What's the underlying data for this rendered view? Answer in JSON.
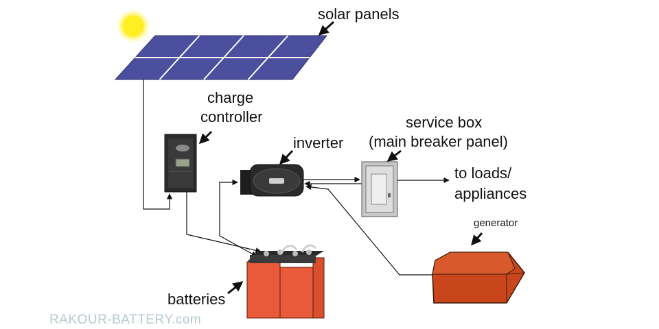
{
  "labels": {
    "solar_panels": "solar panels",
    "charge_controller_1": "charge",
    "charge_controller_2": "controller",
    "inverter": "inverter",
    "service_box_1": "service box",
    "service_box_2": "(main breaker panel)",
    "loads_1": "to loads/",
    "loads_2": "appliances",
    "generator": "generator",
    "batteries": "batteries"
  },
  "watermark": "RAKOUR-BATTERY.com",
  "colors": {
    "sun": "#ffee33",
    "panel": "#4b4f9e",
    "battery": "#e85a3a",
    "generator": "#c9461c",
    "watermark": "#b4c9ce"
  },
  "icons": {
    "sun": "sun-icon",
    "solar_panels": "solar-panel-icon",
    "charge_controller": "charge-controller-icon",
    "inverter": "inverter-icon",
    "service_box": "breaker-panel-icon",
    "generator": "generator-icon",
    "batteries": "battery-icon"
  }
}
